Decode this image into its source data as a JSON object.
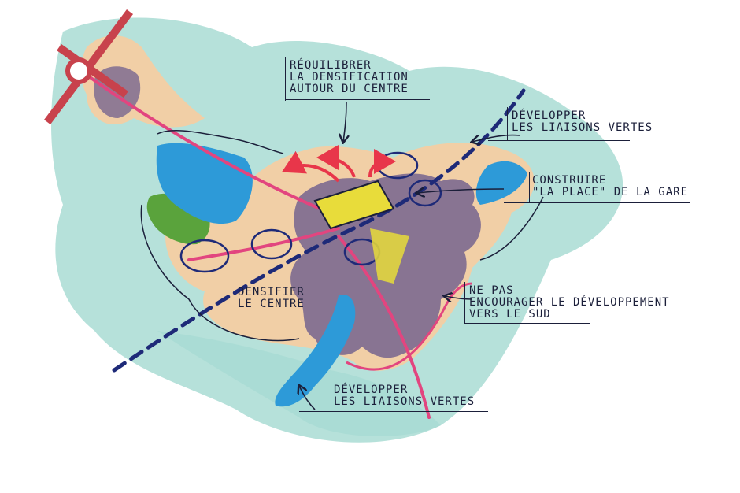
{
  "annotations": {
    "densification": [
      "Réquilibrer",
      "la densification",
      "autour du centre"
    ],
    "liaisons_nord": [
      "Développer",
      "les liaisons vertes"
    ],
    "place_gare": [
      "Construire",
      "\"la place\" de la gare"
    ],
    "densifier_centre": [
      "Densifier",
      "le centre"
    ],
    "sud": [
      "Ne pas",
      "encourager le développement",
      "vers le sud"
    ],
    "liaisons_sud": [
      "Développer",
      "les liaisons vertes"
    ]
  },
  "colors": {
    "water_wash": "#a9dcd4",
    "urban_tan": "#f1cfa6",
    "core_purple": "#7f6c90",
    "green_space": "#5aa33c",
    "water_blue": "#2d9ad8",
    "pink_axis": "#e2457f",
    "red_arrows": "#e8364a",
    "navy_ink": "#1e2a78",
    "station_yellow": "#e8dc3a",
    "junction_red": "#c8424c"
  }
}
